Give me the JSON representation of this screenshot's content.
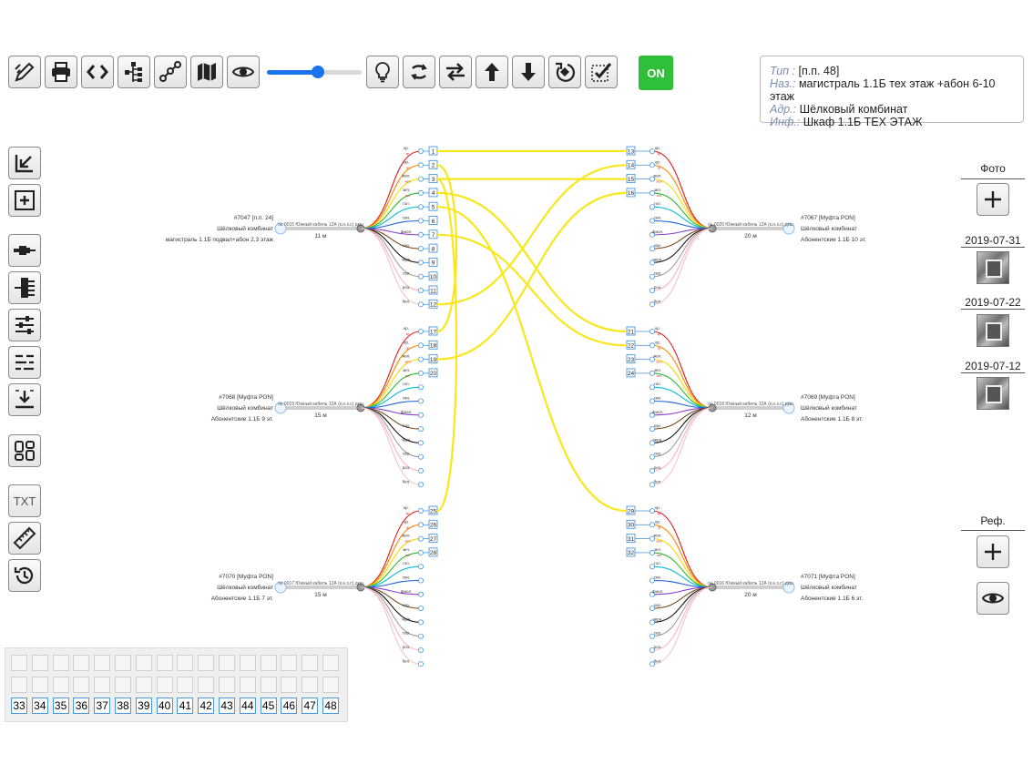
{
  "toolbar": {
    "on_label": "ON",
    "slider_value": 0.55,
    "buttons": [
      "brush-icon",
      "printer-icon",
      "code-icon",
      "tree-icon",
      "route-icon",
      "map-icon",
      "eye-icon",
      "bulb-icon",
      "cycle-icon",
      "swap-icon",
      "arrow-up-icon",
      "arrow-down-icon",
      "rotate-icon",
      "checkbox-icon"
    ]
  },
  "info": {
    "type_key": "Тип :",
    "type_val": "[п.п. 48]",
    "name_key": "Наз.:",
    "name_val": "магистраль 1.1Б тех этаж +абон 6-10 этаж",
    "addr_key": "Адр.:",
    "addr_val": "Шёлковый комбинат",
    "inf_key": "Инф.:",
    "inf_val": "Шкаф 1.1Б ТЕХ ЭТАЖ"
  },
  "photos": {
    "title": "Фото",
    "dates": [
      "2019-07-31",
      "2019-07-22",
      "2019-07-12"
    ]
  },
  "refs": {
    "title": "Реф."
  },
  "leftbar": {
    "txt_label": "TXT"
  },
  "grid": {
    "numbers": [
      "33",
      "34",
      "35",
      "36",
      "37",
      "38",
      "39",
      "40",
      "41",
      "42",
      "43",
      "44",
      "45",
      "46",
      "47",
      "48"
    ]
  },
  "colors": {
    "fiber": [
      "#e41a1a",
      "#ff8c00",
      "#f5dd00",
      "#2bb52b",
      "#00bcd4",
      "#1f5fd8",
      "#8b3fc9",
      "#7a4a1c",
      "#111111",
      "#9e9e9e",
      "#ffb3c6",
      "#f2c6c6"
    ],
    "patch": "#f8e71c",
    "port_border": "#4a98e0"
  },
  "fiber_labels": [
    "кр.",
    "ор.",
    "жел.",
    "зел.",
    "гол.",
    "син.",
    "фиол.",
    "кор.",
    "черн.",
    "сер.",
    "роз.",
    "бел."
  ],
  "sub_labels": [
    "кр.",
    "ор.",
    "жел.",
    "зел."
  ],
  "cable_label": "№ 0015 Южный кабель 12А (к.н.з.с) дкш",
  "blocks": [
    {
      "id": "A",
      "title": "#7047 [п.п. 24]",
      "addr": "Шёлковый комбинат",
      "note": "магистраль 1.1Б подвал+абон 2,3 этаж",
      "cable": "№ 0015 Южный кабель 12А (к.н.з.с) дкш",
      "len": "11 м",
      "ports": [
        "1",
        "2",
        "3",
        "4",
        "5",
        "6",
        "7",
        "8",
        "9",
        "10",
        "11",
        "12"
      ]
    },
    {
      "id": "B",
      "title": "#7068 [Муфта PON]",
      "addr": "Шёлковый комбинат",
      "note": "Абонентские 1.1Б 9 эт.",
      "cable": "№ 0019 Южный кабель 12А (к.н.з.с) дкш",
      "len": "15 м",
      "ports": [
        "17",
        "18",
        "19",
        "20"
      ]
    },
    {
      "id": "C",
      "title": "#7070 [Муфта PON]",
      "addr": "Шёлковый комбинат",
      "note": "Абонентские 1.1Б 7 эт.",
      "cable": "№ 0017 Южный кабель 12А (к.н.з.с) дкш",
      "len": "15 м",
      "ports": [
        "25",
        "26",
        "27",
        "28"
      ]
    },
    {
      "id": "D",
      "title": "#7067 [Муфта PON]",
      "addr": "Шёлковый комбинат",
      "note": "Абонентские 1.1Б 10 эт.",
      "cable": "№ 0020 Южный кабель 12А (к.н.з.с) дкш",
      "len": "20 м",
      "ports": [
        "13",
        "14",
        "15",
        "16"
      ]
    },
    {
      "id": "E",
      "title": "#7069 [Муфта PON]",
      "addr": "Шёлковый комбинат",
      "note": "Абонентские 1.1Б 8 эт.",
      "cable": "№ 0018 Южный кабель 12А (к.н.з.с) дкш",
      "len": "12 м",
      "ports": [
        "21",
        "22",
        "23",
        "24"
      ]
    },
    {
      "id": "F",
      "title": "#7071 [Муфта PON]",
      "addr": "Шёлковый комбинат",
      "note": "Абонентские 1.1Б 6 эт.",
      "cable": "№ 0016 Южный кабель 12А (к.н.з.с) дкш",
      "len": "20 м",
      "ports": [
        "29",
        "30",
        "31",
        "32"
      ]
    }
  ]
}
